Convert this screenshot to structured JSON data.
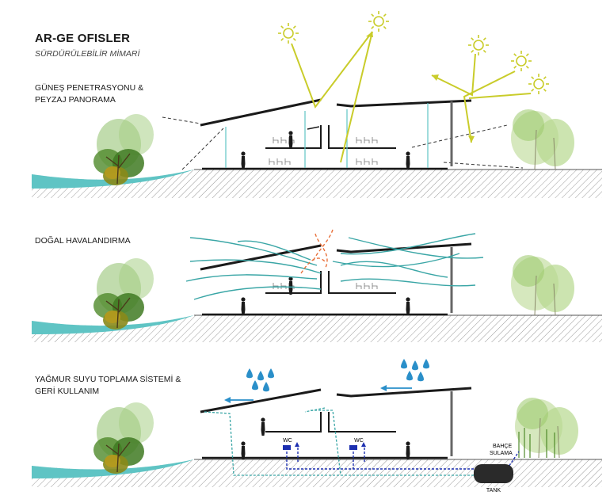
{
  "header": {
    "title": "AR-GE OFISLER",
    "subtitle": "SÜRDÜRÜLEBİLİR MİMARİ"
  },
  "panels": [
    {
      "label_line1": "GÜNEŞ PENETRASYONU &",
      "label_line2": "PEYZAJ PANORAMA"
    },
    {
      "label_line1": "DOĞAL HAVALANDIRMA",
      "label_line2": ""
    },
    {
      "label_line1": "YAĞMUR SUYU TOPLAMA SİSTEMİ &",
      "label_line2": "GERİ KULLANIM"
    }
  ],
  "annotations": {
    "wc_left": "WC",
    "wc_right": "WC",
    "garden_line1": "BAHÇE",
    "garden_line2": "SULAMA",
    "tank": "TANK"
  },
  "colors": {
    "sun": "#c9cc2a",
    "water": "#5fc4c4",
    "air": "#3aa6a6",
    "warm_air": "#e8703a",
    "rain": "#2a8fc9",
    "pipe": "#1c2fb0",
    "tree_green": "#4f8a2a",
    "tree_light": "#9bc96a",
    "tree_olive": "#8a8a1a"
  }
}
